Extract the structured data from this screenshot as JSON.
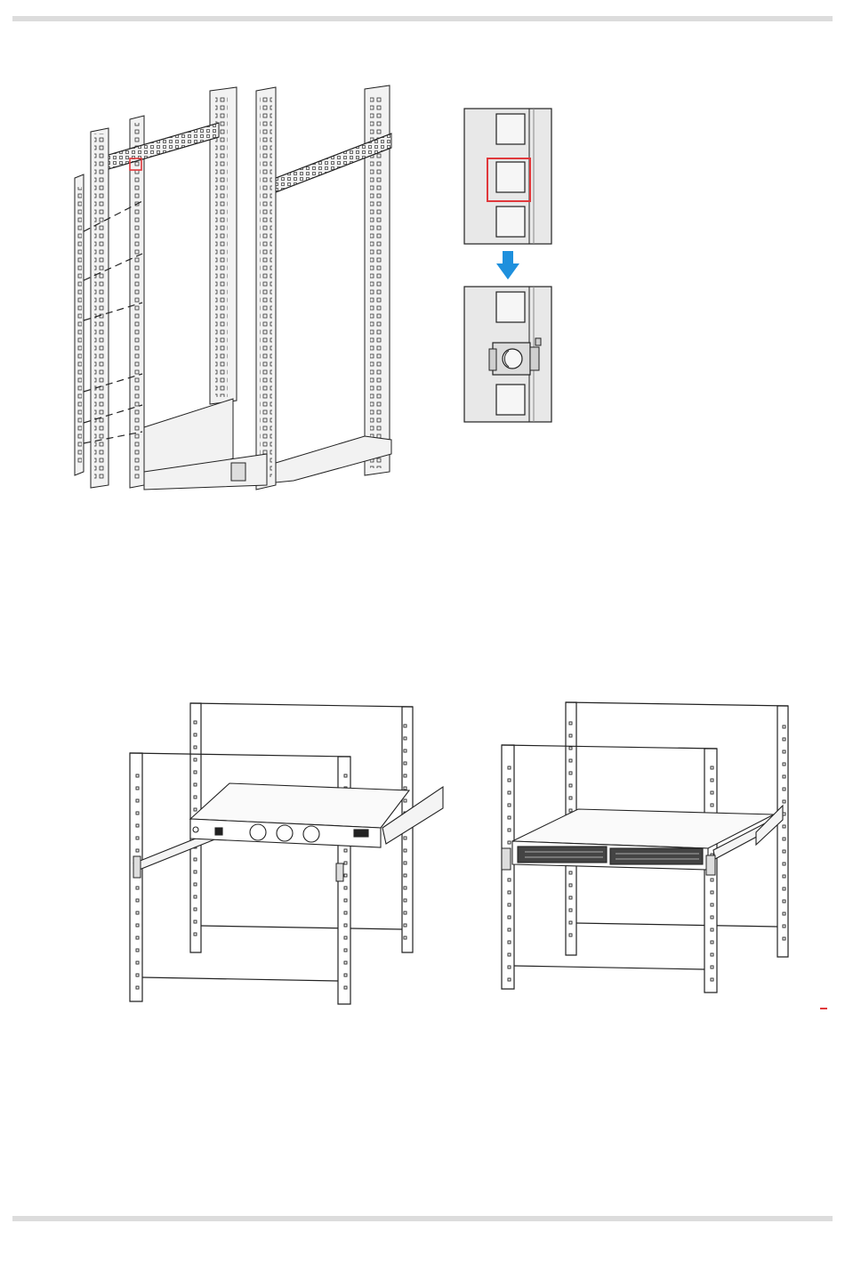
{
  "page": {
    "colors": {
      "rule": "#dcdcdc",
      "line": "#222222",
      "highlight": "#e0383b",
      "arrow": "#1e90dd",
      "panel": "#e8e8e8"
    }
  },
  "figures": [
    {
      "id": "cabinet-frame-with-mounting-rails",
      "icon": "rack-cabinet-illustration"
    },
    {
      "id": "cage-nut-detail",
      "icon": "cage-nut-installation-illustration"
    },
    {
      "id": "rear-panel-mounting",
      "icon": "device-rear-panel-in-rack"
    },
    {
      "id": "front-panel-mounting",
      "icon": "device-front-panel-in-rack"
    }
  ]
}
